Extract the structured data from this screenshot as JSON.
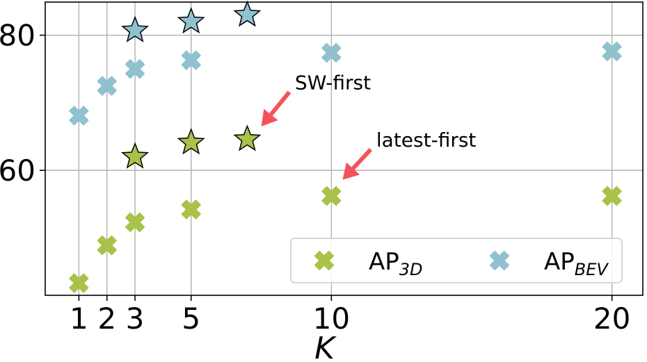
{
  "chart_data": {
    "type": "scatter",
    "xlabel": "K",
    "ylabel": "",
    "title": "",
    "xlim": [
      -0.2,
      21.1
    ],
    "ylim": [
      41.5,
      84.9
    ],
    "xticks": [
      1,
      2,
      3,
      5,
      10,
      20
    ],
    "yticks": [
      60,
      80
    ],
    "grid": true,
    "legend_position": "lower-right",
    "colors": {
      "ap3d": "#a8c24a",
      "apbev": "#8fc1ce",
      "annotation": "#f4535a"
    },
    "series": [
      {
        "key": "ap3d",
        "name_main": "AP",
        "name_sub": "3D",
        "marker": "x",
        "x": [
          1,
          2,
          3,
          5,
          10,
          20
        ],
        "y": [
          43.3,
          48.9,
          52.3,
          54.2,
          56.2,
          56.2
        ]
      },
      {
        "key": "apbev",
        "name_main": "AP",
        "name_sub": "BEV",
        "marker": "x",
        "x": [
          1,
          2,
          3,
          5,
          10,
          20
        ],
        "y": [
          68.1,
          72.5,
          75.0,
          76.3,
          77.4,
          77.6
        ]
      }
    ],
    "star_points": [
      {
        "group": "ap3d",
        "x": [
          3,
          5,
          7
        ],
        "y": [
          62.0,
          64.1,
          64.6
        ]
      },
      {
        "group": "apbev",
        "x": [
          3,
          5,
          7
        ],
        "y": [
          80.7,
          82.0,
          83.0
        ]
      }
    ],
    "annotations": [
      {
        "text": "SW-first",
        "target": [
          7.5,
          66.5
        ],
        "text_at": [
          8.7,
          72.0
        ]
      },
      {
        "text": "latest-first",
        "target": [
          10.4,
          58.6
        ],
        "text_at": [
          11.6,
          63.5
        ]
      }
    ]
  }
}
